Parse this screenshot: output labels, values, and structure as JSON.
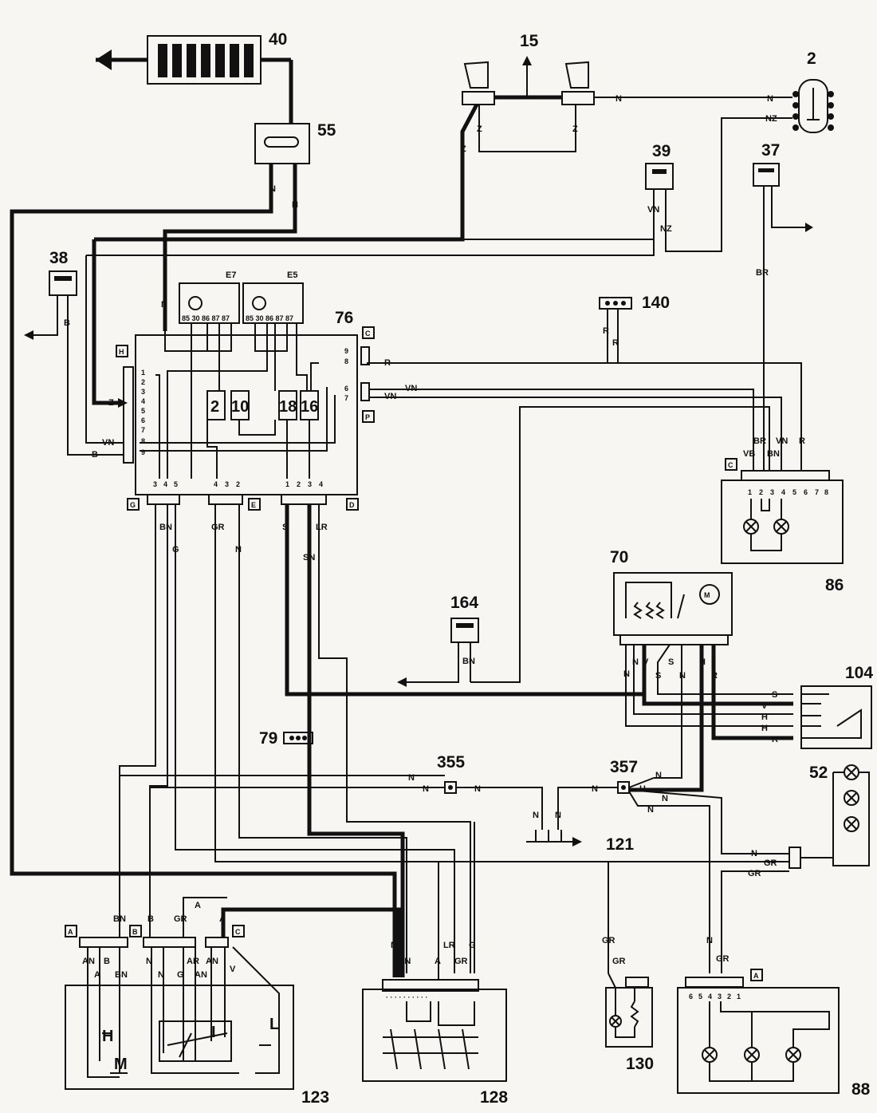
{
  "components": {
    "c40": "40",
    "c15": "15",
    "c2": "2",
    "c55": "55",
    "c39": "39",
    "c37": "37",
    "c38": "38",
    "cE7": "E7",
    "cE5": "E5",
    "c76": "76",
    "c140": "140",
    "c86": "86",
    "c70": "70",
    "c164": "164",
    "c104": "104",
    "c79": "79",
    "c355": "355",
    "c357": "357",
    "c52": "52",
    "c121": "121",
    "c123": "123",
    "c128": "128",
    "c130": "130",
    "c88": "88"
  },
  "fuses": {
    "f2": "2",
    "f10": "10",
    "f18": "18",
    "f16": "16"
  },
  "connectors": {
    "C": "C",
    "H": "H",
    "P": "P",
    "G": "G",
    "E": "E",
    "D": "D",
    "A": "A",
    "B": "B"
  },
  "pins_left": [
    "1",
    "2",
    "3",
    "4",
    "5",
    "6",
    "7",
    "8",
    "9"
  ],
  "pins_right_top": [
    "9",
    "8"
  ],
  "pins_right_mid": [
    "6",
    "7"
  ],
  "pins_bottom_g": [
    "3",
    "4",
    "5"
  ],
  "pins_bottom_e": [
    "4",
    "3",
    "2"
  ],
  "pins_bottom_d": [
    "1",
    "2",
    "3",
    "4"
  ],
  "pins_86": [
    "1",
    "2",
    "3",
    "4",
    "5",
    "6",
    "7",
    "8"
  ],
  "pins_88": [
    "6",
    "5",
    "4",
    "3",
    "2",
    "1"
  ],
  "relay_pins": "85 30 86 87 87",
  "wires": {
    "N": "N",
    "NZ": "NZ",
    "Z": "Z",
    "VN": "VN",
    "BR": "BR",
    "B": "B",
    "R": "R",
    "VB": "VB",
    "BN": "BN",
    "G": "G",
    "GR": "GR",
    "S": "S",
    "SN": "SN",
    "LR": "LR",
    "V": "V",
    "H": "H",
    "AN": "AN",
    "A": "A",
    "AR": "AR"
  },
  "misc": {
    "I": "I",
    "L": "L",
    "M": "M",
    "BigH": "H"
  }
}
